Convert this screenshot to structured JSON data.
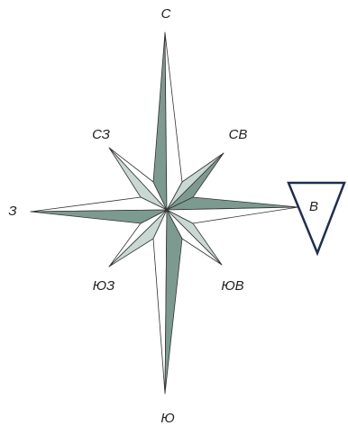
{
  "compass": {
    "labels": {
      "n": "С",
      "s": "Ю",
      "w": "З",
      "e": "В",
      "nw": "СЗ",
      "ne": "СВ",
      "sw": "ЮЗ",
      "se": "ЮВ"
    },
    "colors": {
      "dark_fill": "#7d9a90",
      "light_fill": "#c9d8d2",
      "white_fill": "#ffffff",
      "stroke": "#333333",
      "highlight": "#1f2f4f"
    },
    "highlighted_direction": "e",
    "highlight_shape": "triangle-outline"
  }
}
